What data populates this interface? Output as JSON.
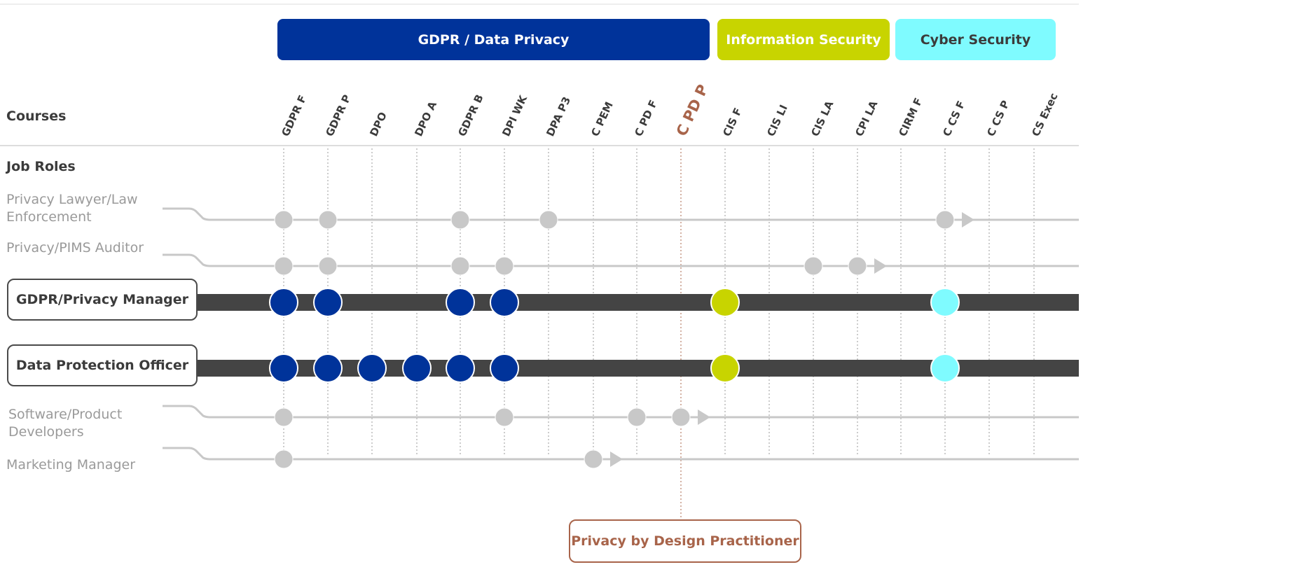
{
  "categories": [
    {
      "label": "GDPR / Data Privacy",
      "color": "#00339a",
      "text_color": "#ffffff"
    },
    {
      "label": "Information Security",
      "color": "#c8d400",
      "text_color": "#ffffff"
    },
    {
      "label": "Cyber Security",
      "color": "#7ffbff",
      "text_color": "#3b3b3b"
    }
  ],
  "courses_heading": "Courses",
  "job_roles_heading": "Job Roles",
  "courses": [
    "GDPR F",
    "GDPR P",
    "DPO",
    "DPO A",
    "GDPR B",
    "DPI WK",
    "DPA P3",
    "C PEM",
    "C PD F",
    "C PD P",
    "CIS F",
    "CIS LI",
    "CIS LA",
    "CPI LA",
    "CIRM F",
    "C CS F",
    "C CS P",
    "CS Exec"
  ],
  "highlight_course": "C PD P",
  "colors": {
    "gdpr_blue": "#00339a",
    "infosec_lime": "#c8d400",
    "cyber_cyan": "#7ffbff",
    "minor_gray": "#c8c8c8",
    "major_track": "#444444",
    "highlight_brown": "#a8644a"
  },
  "roles": [
    {
      "label": "Privacy Lawyer/Law Enforcement",
      "type": "minor",
      "dots": [
        "GDPR F",
        "GDPR P",
        "GDPR B",
        "DPA P3",
        "C CS F"
      ],
      "arrow_after": "C CS F"
    },
    {
      "label": "Privacy/PIMS Auditor",
      "type": "minor",
      "dots": [
        "GDPR F",
        "GDPR P",
        "GDPR B",
        "DPI WK",
        "CIS LA",
        "CPI LA"
      ],
      "arrow_after": "CPI LA"
    },
    {
      "label": "GDPR/Privacy Manager",
      "type": "major",
      "dots": [
        "GDPR F",
        "GDPR P",
        "GDPR B",
        "DPI WK",
        "CIS F",
        "C CS F"
      ]
    },
    {
      "label": "Data Protection Officer",
      "type": "major",
      "dots": [
        "GDPR F",
        "GDPR P",
        "DPO",
        "DPO A",
        "GDPR B",
        "DPI WK",
        "CIS F",
        "C CS F"
      ]
    },
    {
      "label": "Software/Product Developers",
      "type": "minor",
      "dots": [
        "GDPR F",
        "DPI WK",
        "C PD F",
        "C PD P"
      ],
      "arrow_after": "C PD P"
    },
    {
      "label": "Marketing Manager",
      "type": "minor",
      "dots": [
        "GDPR F",
        "C PEM"
      ],
      "arrow_after": "C PEM"
    }
  ],
  "callout": "Privacy by Design Practitioner"
}
